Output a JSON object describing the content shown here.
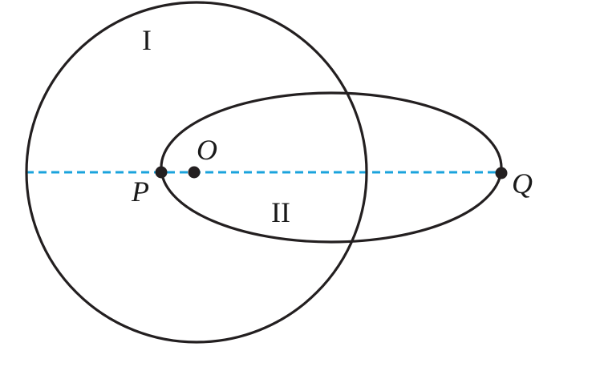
{
  "diagram": {
    "orbit_labels": {
      "orbit_1": "I",
      "orbit_2": "II"
    },
    "point_labels": {
      "P": "P",
      "O": "O",
      "Q": "Q"
    },
    "colors": {
      "orbit_stroke": "#231f20",
      "axis_dash": "#1aa3dc",
      "point_fill": "#231f20",
      "background": "#ffffff"
    }
  }
}
